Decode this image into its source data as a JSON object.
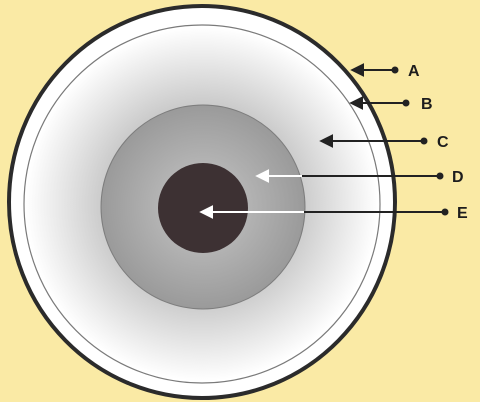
{
  "diagram": {
    "colors": {
      "background": "#faeaa5",
      "outer_layer": "#ffffff",
      "outer_outline": "#2b2b2b",
      "layer_c_center": "#ffffff",
      "layer_c_edge": "#c9c9c9",
      "layer_d_center": "#c7c7c7",
      "layer_d_edge": "#9a9a9a",
      "core_e": "#3d3133",
      "pointer_dark": "#222222",
      "pointer_light": "#ffffff"
    },
    "labels": [
      {
        "id": "A",
        "text": "A",
        "arrow_color": "dark"
      },
      {
        "id": "B",
        "text": "B",
        "arrow_color": "dark"
      },
      {
        "id": "C",
        "text": "C",
        "arrow_color": "dark"
      },
      {
        "id": "D",
        "text": "D",
        "arrow_color": "light"
      },
      {
        "id": "E",
        "text": "E",
        "arrow_color": "light"
      }
    ]
  }
}
